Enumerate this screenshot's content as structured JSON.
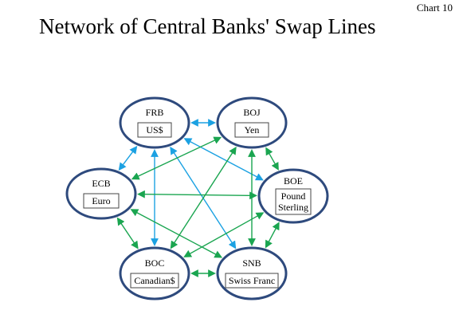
{
  "header": {
    "chart_label": "Chart 10",
    "title": "Network of Central Banks' Swap Lines"
  },
  "colors": {
    "node_border": "#2e4a7d",
    "blue_arrow": "#1ba1e2",
    "green_arrow": "#1aa550",
    "text": "#000000"
  },
  "nodes": [
    {
      "id": "frb",
      "name": "FRB",
      "currency": [
        "US$"
      ]
    },
    {
      "id": "boj",
      "name": "BOJ",
      "currency": [
        "Yen"
      ]
    },
    {
      "id": "ecb",
      "name": "ECB",
      "currency": [
        "Euro"
      ]
    },
    {
      "id": "boe",
      "name": "BOE",
      "currency": [
        "Pound",
        "Sterling"
      ]
    },
    {
      "id": "boc",
      "name": "BOC",
      "currency": [
        "Canadian$"
      ]
    },
    {
      "id": "snb",
      "name": "SNB",
      "currency": [
        "Swiss Franc"
      ]
    }
  ],
  "links": [
    {
      "a": "frb",
      "b": "boj",
      "color": "blue"
    },
    {
      "a": "frb",
      "b": "ecb",
      "color": "blue"
    },
    {
      "a": "frb",
      "b": "boe",
      "color": "blue"
    },
    {
      "a": "frb",
      "b": "boc",
      "color": "blue"
    },
    {
      "a": "frb",
      "b": "snb",
      "color": "blue"
    },
    {
      "a": "boj",
      "b": "boe",
      "color": "green"
    },
    {
      "a": "boj",
      "b": "ecb",
      "color": "green"
    },
    {
      "a": "boj",
      "b": "boc",
      "color": "green"
    },
    {
      "a": "boj",
      "b": "snb",
      "color": "green"
    },
    {
      "a": "ecb",
      "b": "boe",
      "color": "green"
    },
    {
      "a": "ecb",
      "b": "boc",
      "color": "green"
    },
    {
      "a": "ecb",
      "b": "snb",
      "color": "green"
    },
    {
      "a": "boe",
      "b": "boc",
      "color": "green"
    },
    {
      "a": "boe",
      "b": "snb",
      "color": "green"
    },
    {
      "a": "boc",
      "b": "snb",
      "color": "green"
    }
  ]
}
